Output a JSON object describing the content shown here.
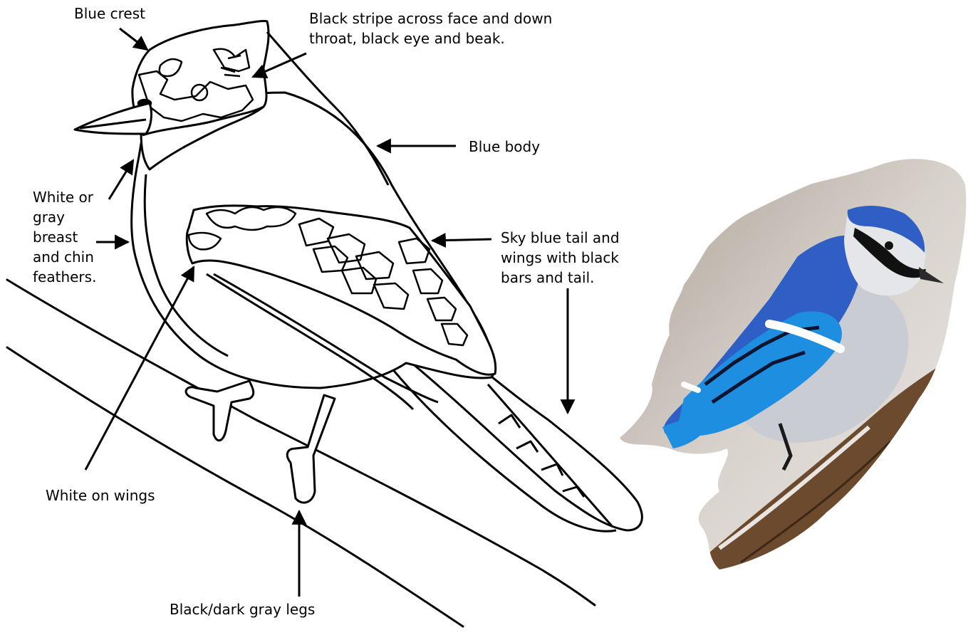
{
  "labels": {
    "crest": "Blue crest",
    "face": "Black stripe across face and down\nthroat, black eye and beak.",
    "body": "Blue body",
    "breast": "White or\ngray\nbreast\nand chin\nfeathers.",
    "tail": "Sky blue tail and\nwings with black\nbars and tail.",
    "white_wings": "White on wings",
    "legs": "Black/dark gray legs"
  },
  "colors": {
    "outline": "#000000",
    "jay_blue": "#2f5fc4",
    "jay_sky": "#1e8fe0",
    "breast_gray": "#c9ccd2",
    "bark": "#6b4a2e",
    "bg_photo": "#c8bfb6"
  },
  "icons": {
    "arrow": "arrow-icon",
    "photo": "blue-jay-photo"
  }
}
